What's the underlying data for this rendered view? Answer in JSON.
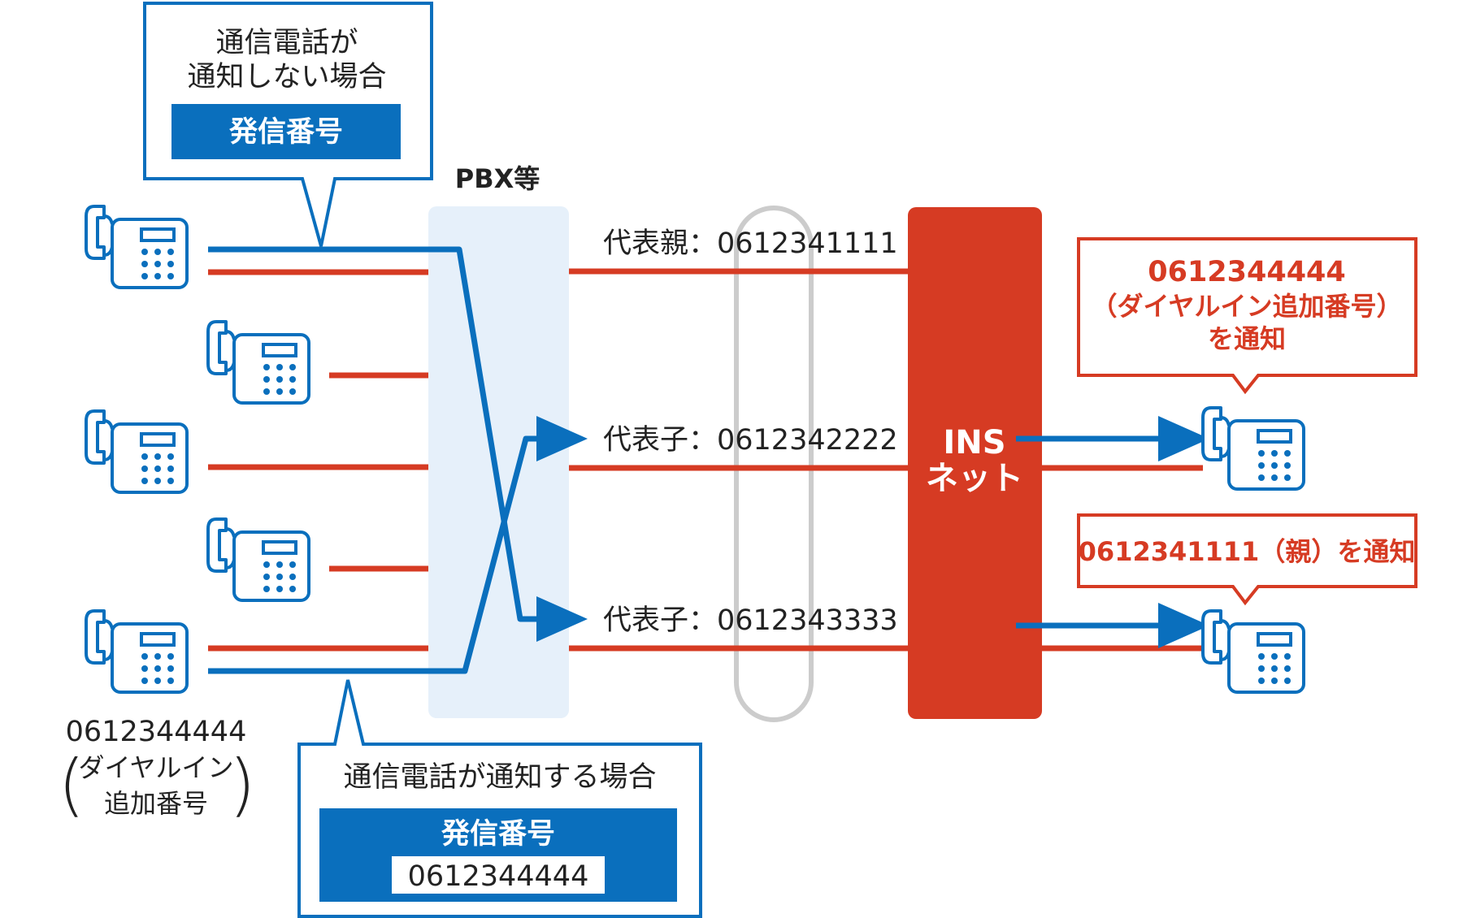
{
  "colors": {
    "blue": "#0a6fbd",
    "red": "#d63b23",
    "pbx_fill": "#e6f0fa",
    "gray": "#cccccc",
    "text": "#222222"
  },
  "pbx": {
    "label": "PBX等"
  },
  "ins": {
    "label_line1": "INS",
    "label_line2": "ネット"
  },
  "lines": {
    "parent": "代表親：0612341111",
    "child1": "代表子：0612342222",
    "child2": "代表子：0612343333"
  },
  "callout_no_notify": {
    "line1": "通信電話が",
    "line2": "通知しない場合",
    "box_label": "発信番号"
  },
  "callout_notify": {
    "title": "通信電話が通知する場合",
    "box_label": "発信番号",
    "number": "0612344444"
  },
  "dial_in": {
    "number": "0612344444",
    "paren_open": "(",
    "paren_close": ")",
    "label1": "ダイヤルイン",
    "label2": "追加番号"
  },
  "right_callout_top": {
    "line1": "0612344444",
    "line2": "（ダイヤルイン追加番号）",
    "line3": "を通知"
  },
  "right_callout_bottom": {
    "text": "0612341111（親）を通知"
  },
  "icons": [
    "phone-icon",
    "phone-icon",
    "phone-icon",
    "phone-icon",
    "phone-icon",
    "phone-icon",
    "phone-icon"
  ]
}
